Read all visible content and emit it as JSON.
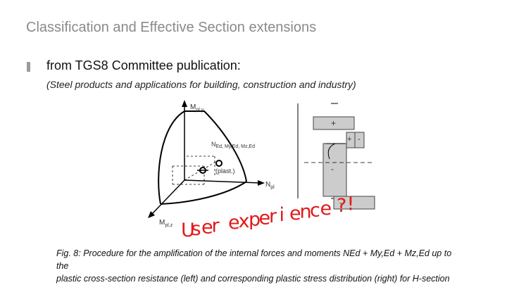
{
  "slide": {
    "title": "Classification and Effective Section extensions",
    "bullet": "from TGS8 Committee publication:",
    "subtitle": "(Steel products and applications for building, construction and industry)"
  },
  "figure": {
    "labels": {
      "mply": "M",
      "mply_sub": "pl,y",
      "forces": "N",
      "forces_rest": "Ed, My,Ed, Mz,Ed",
      "plast": "(plast.)",
      "npl": "N",
      "npl_sub": "pl",
      "mplz": "M",
      "mplz_sub": "pl,z"
    },
    "stress": {
      "plus_top": "+",
      "plus_small": "+",
      "minus_small": "-",
      "minus_web": "-",
      "minus_bottom": "-"
    },
    "overlay_letters": [
      "U",
      "s",
      "e",
      "r",
      " ",
      "e",
      "x",
      "p",
      "e",
      "r",
      "i",
      "e",
      "n",
      "c",
      "e",
      " ",
      "?",
      "!"
    ]
  },
  "caption": {
    "line1": "Fig. 8:  Procedure for the amplification of the internal forces and moments NEd + My,Ed + Mz,Ed up to the",
    "line2": "plastic cross-section resistance (left) and corresponding plastic stress distribution (right) for H-section"
  }
}
